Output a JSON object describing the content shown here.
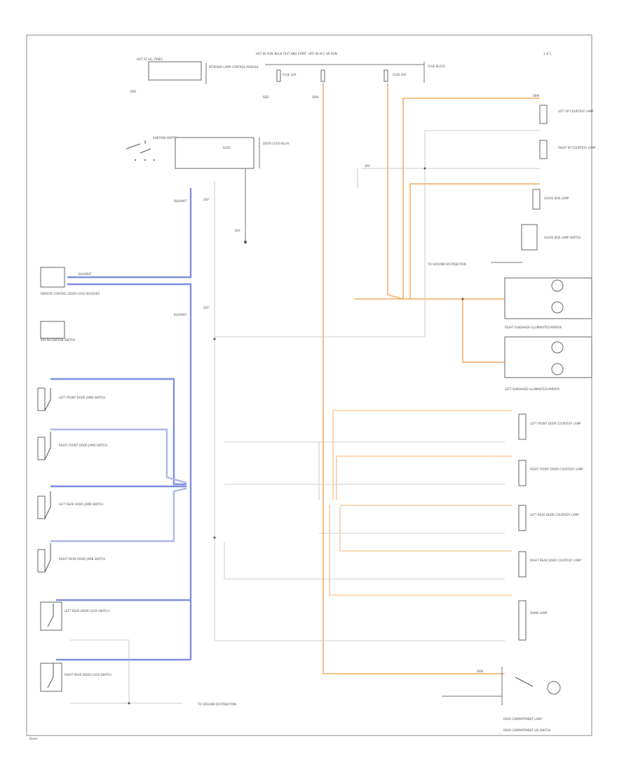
{
  "colors": {
    "blue": "#7f8ee0",
    "orange": "#f5b678",
    "pink": "#ee86a6",
    "gray": "#bdbdbd",
    "dark": "#666666"
  },
  "labels": {
    "page_ref": "1 of 1",
    "footer_code": "Dome",
    "hot_battery": "HOT AT ALL TIMES",
    "fuse_block": "FUSE BLOCK",
    "hot_run_start": "HOT IN RUN, BULB TEST AND START",
    "hot_run_or_acc": "HOT IN ACC OR RUN",
    "fuse_left": "FUSE 10A",
    "fuse_right": "FUSE 10A",
    "ignition_switch": "IGNITION SWITCH",
    "power_door_lock_relay": "DOOR LOCK RELAY",
    "dimmer_module": "INTERIOR LAMP CONTROL MODULE",
    "ground_ref": "G200",
    "remote_module": "REMOTE CONTROL DOOR LOCK RECEIVER",
    "key_switch": "KEY-IN-IGNITION SWITCH",
    "lf_door_jamb": "LEFT FRONT DOOR JAMB SWITCH",
    "rf_door_jamb": "RIGHT FRONT DOOR JAMB SWITCH",
    "lr_door_jamb": "LEFT REAR DOOR JAMB SWITCH",
    "rr_door_jamb": "RIGHT REAR DOOR JAMB SWITCH",
    "left_rear_lock": "LEFT REAR DOOR LOCK SWITCH",
    "right_rear_lock": "RIGHT REAR DOOR LOCK SWITCH",
    "left_lamp": "LEFT I/P COURTESY LAMP",
    "right_lamp": "RIGHT I/P COURTESY LAMP",
    "glove_lamp": "GLOVE BOX LAMP",
    "glove_switch": "GLOVE BOX LAMP SWITCH",
    "right_visor": "RIGHT SUNSHADE ILLUMINATED MIRROR",
    "left_visor": "LEFT SUNSHADE ILLUMINATED MIRROR",
    "lf_door_lamp": "LEFT FRONT DOOR COURTESY LAMP",
    "rf_door_lamp": "RIGHT FRONT DOOR COURTESY LAMP",
    "lr_door_lamp": "LEFT REAR DOOR COURTESY LAMP",
    "rr_door_lamp": "RIGHT REAR DOOR COURTESY LAMP",
    "dome_lamp": "DOME LAMP",
    "rear_compartment": "REAR COMPARTMENT LAMP",
    "rear_compartment_sw": "REAR COMPARTMENT LID SWITCH",
    "ground_bottom": "TO GROUND DISTRIBUTION",
    "wire_pink": "RED",
    "wire_orange": "ORN",
    "wire_gray": "GRY",
    "wire_blue": "BLK/WHT",
    "wire_black": "BLK"
  }
}
